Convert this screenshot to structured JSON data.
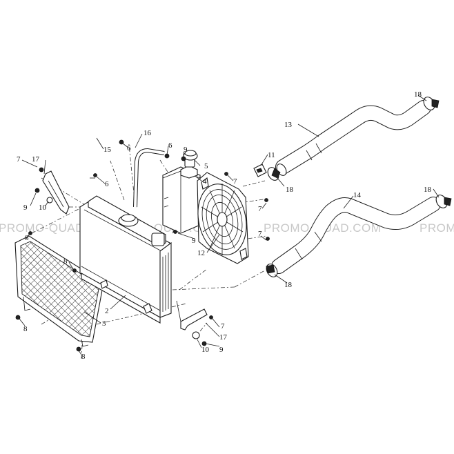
{
  "watermark": {
    "text_left": "PROMO-QUAD.COM",
    "text_mid": "PROMO-QUAD.COM",
    "text_right": "PROMO-QUAD.COM",
    "text_edge": "PROMO"
  },
  "callouts": [
    {
      "id": "c18a",
      "label": "18"
    },
    {
      "id": "c13",
      "label": "13"
    },
    {
      "id": "c16",
      "label": "16"
    },
    {
      "id": "c15",
      "label": "15"
    },
    {
      "id": "c6a",
      "label": "6"
    },
    {
      "id": "c6b",
      "label": "6"
    },
    {
      "id": "c6c",
      "label": "6"
    },
    {
      "id": "c9a",
      "label": "9"
    },
    {
      "id": "c5",
      "label": "5"
    },
    {
      "id": "c4",
      "label": "4"
    },
    {
      "id": "c11",
      "label": "11"
    },
    {
      "id": "c7a",
      "label": "7"
    },
    {
      "id": "c17a",
      "label": "17"
    },
    {
      "id": "c7b",
      "label": "7"
    },
    {
      "id": "c18b",
      "label": "18"
    },
    {
      "id": "c14",
      "label": "14"
    },
    {
      "id": "c18c",
      "label": "18"
    },
    {
      "id": "c9b",
      "label": "9"
    },
    {
      "id": "c10a",
      "label": "10"
    },
    {
      "id": "c7c",
      "label": "7"
    },
    {
      "id": "c7d",
      "label": "7"
    },
    {
      "id": "c8a",
      "label": "8"
    },
    {
      "id": "c9c",
      "label": "9"
    },
    {
      "id": "c12",
      "label": "12"
    },
    {
      "id": "c8b",
      "label": "8"
    },
    {
      "id": "c18d",
      "label": "18"
    },
    {
      "id": "c2",
      "label": "2"
    },
    {
      "id": "c3",
      "label": "3"
    },
    {
      "id": "c8c",
      "label": "8"
    },
    {
      "id": "c7e",
      "label": "7"
    },
    {
      "id": "c17b",
      "label": "17"
    },
    {
      "id": "c10b",
      "label": "10"
    },
    {
      "id": "c9d",
      "label": "9"
    },
    {
      "id": "c8d",
      "label": "8"
    }
  ]
}
